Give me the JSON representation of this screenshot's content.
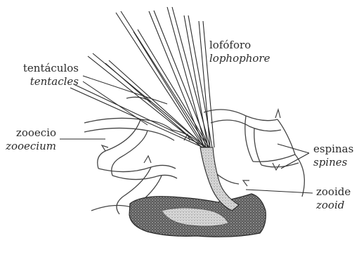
{
  "labels": {
    "lophophore": {
      "es": "lofóforo",
      "en": "lophophore"
    },
    "tentacles": {
      "es": "tentáculos",
      "en": "tentacles"
    },
    "zooecium": {
      "es": "zooecio",
      "en": "zooecium"
    },
    "spines": {
      "es": "espinas",
      "en": "spines"
    },
    "zooid": {
      "es": "zooide",
      "en": "zooid"
    }
  },
  "colors": {
    "ink": "#2a2a2a",
    "stipple_dark": "#3a3a3a",
    "stipple_light": "#9a9a9a",
    "background": "#ffffff"
  }
}
